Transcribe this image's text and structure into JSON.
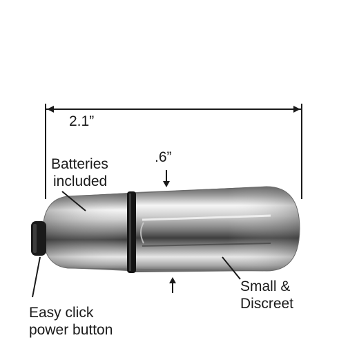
{
  "annotations": {
    "length": "2.1”",
    "diameter": ".6”",
    "batteries": [
      "Batteries",
      "included"
    ],
    "size": [
      "Small &",
      "Discreet"
    ],
    "power": [
      "Easy click",
      "power button"
    ]
  },
  "colors": {
    "background": "#ffffff",
    "body_chrome_dark": "#6d6d6d",
    "body_chrome_light": "#f4f4f4",
    "ring": "#141414",
    "button": "#1a1a1a",
    "lines": "#1a1a1a"
  }
}
